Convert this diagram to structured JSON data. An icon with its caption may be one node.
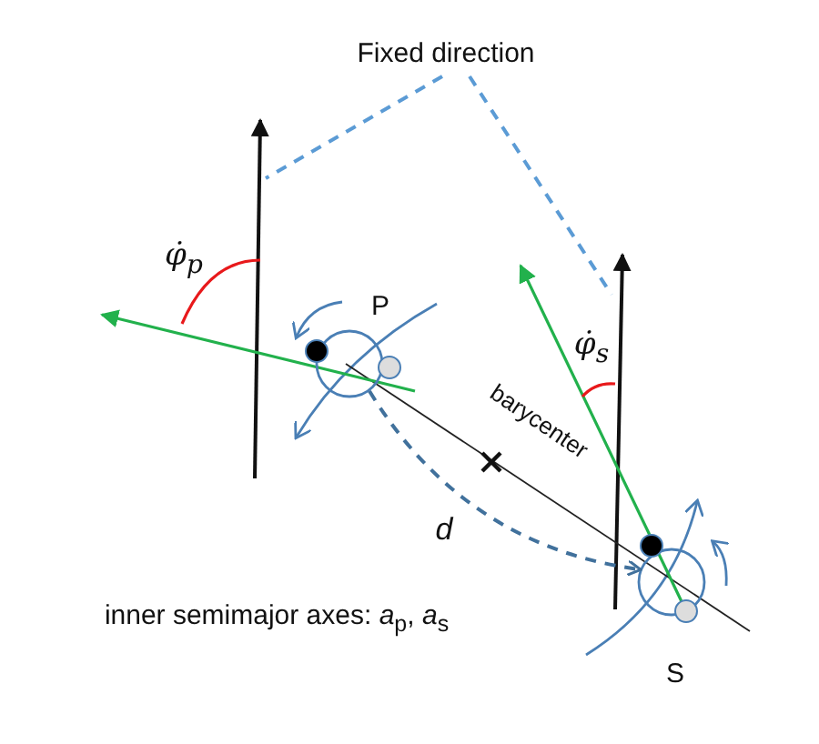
{
  "diagram": {
    "nodes": [
      {
        "text": [
          "Fixed direction"
        ]
      },
      {
        "text": [],
        "shape": "arrow"
      },
      {
        "text": [],
        "shape": "arrow"
      },
      {
        "text": [],
        "shape": "circle",
        "beside": [
          "P"
        ]
      },
      {
        "text": [],
        "shape": "circle",
        "beside": [
          "S"
        ]
      }
    ],
    "edges": [
      {
        "from": 0,
        "to": 1,
        "arrow": "none",
        "style": "dashed"
      },
      {
        "from": 0,
        "to": 2,
        "arrow": "none",
        "style": "dashed"
      },
      {
        "from": 3,
        "to": 4,
        "arrow": "to",
        "style": "dashed",
        "label": "d",
        "color": "#41719c"
      }
    ],
    "labels": [
      "φ̇$_{p}$",
      "φ̇$_{s}$",
      "barycenter",
      "inner semimajor axes: *a*$_{p}$, *a*$_{s}$"
    ]
  }
}
